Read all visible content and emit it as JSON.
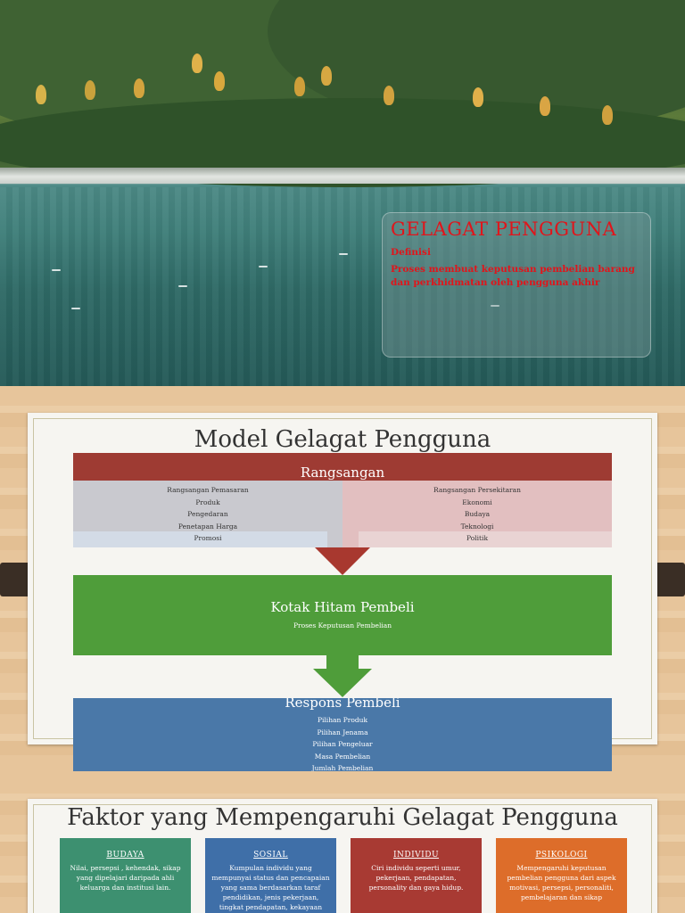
{
  "definition": {
    "title": "GELAGAT PENGGUNA",
    "subtitle": "Definisi",
    "text": "Proses membuat keputusan pembelian barang dan perkhidmatan oleh pengguna akhir"
  },
  "model": {
    "title": "Model Gelagat Pengguna",
    "stimulus_header": "Rangsangan",
    "stimulus_left": [
      "Rangsangan Pemasaran",
      "Produk",
      "Pengedaran",
      "Penetapan Harga",
      "Promosi"
    ],
    "stimulus_right": [
      "Rangsangan Persekitaran",
      "Ekonomi",
      "Budaya",
      "Teknologi",
      "Politik"
    ],
    "black_box_title": "Kotak Hitam Pembeli",
    "black_box_sub": "Proses Keputusan Pembelian",
    "response_title": "Respons Pembeli",
    "responses": [
      "Pilihan Produk",
      "Pilihan Jenama",
      "Pilihan Pengeluar",
      "Masa Pembelian",
      "Jumlah Pembelian"
    ]
  },
  "factors": {
    "title": "Faktor yang Mempengaruhi Gelagat Pengguna",
    "items": [
      {
        "title": "BUDAYA",
        "text": "Nilai, persepsi , kehendak, sikap yang dipelajari daripada ahli keluarga dan institusi lain.",
        "color": "#3d9070"
      },
      {
        "title": "SOSIAL",
        "text": "Kumpulan individu yang mempunyai status dan pencapaian yang sama berdasarkan taraf pendidikan, jenis pekerjaan, tingkat pendapatan, kekayaan dimiliki",
        "color": "#3f6fa8"
      },
      {
        "title": "INDIVIDU",
        "text": "Ciri individu seperti umur, pekerjaan, pendapatan, personality dan gaya hidup.",
        "color": "#a83a33"
      },
      {
        "title": "PSIKOLOGI",
        "text": "Mempengaruhi keputusan pembelian pengguna dari aspek motivasi, persepsi, personaliti, pembelajaran dan sikap",
        "color": "#dd6d2a"
      }
    ]
  }
}
